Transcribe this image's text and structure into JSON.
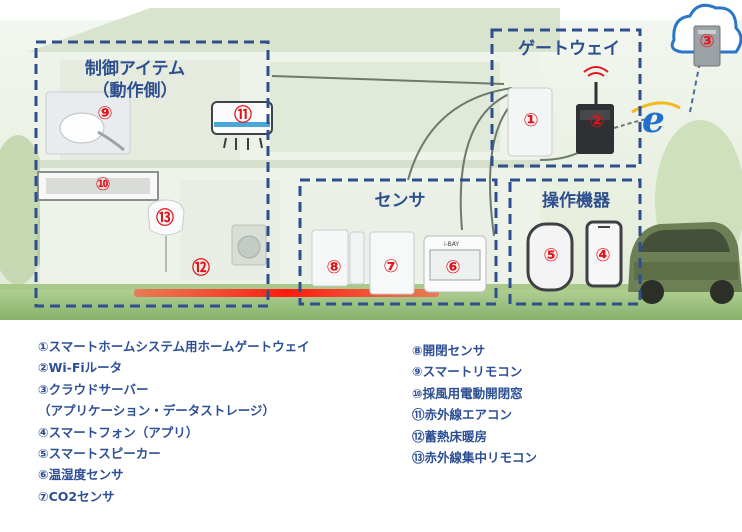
{
  "diagram": {
    "groups": {
      "control": "制御アイテム\n（動作側）",
      "gateway": "ゲートウェイ",
      "sensor": "センサ",
      "operation": "操作機器"
    },
    "labels": {
      "n1": "①",
      "n2": "②",
      "n3": "③",
      "n4": "④",
      "n5": "⑤",
      "n6": "⑥",
      "n7": "⑦",
      "n8": "⑧",
      "n9": "⑨",
      "n10": "⑩",
      "n11": "⑪",
      "n12": "⑫",
      "n13": "⑬"
    },
    "sensor_brand": "i-BAY"
  },
  "legend": {
    "left": [
      "①スマートホームシステム用ホームゲートウェイ",
      "②Wi-Fiルータ",
      "③クラウドサーバー",
      "（アプリケーション・データストレージ）",
      "④スマートフォン（アプリ）",
      "⑤スマートスピーカー",
      "⑥温湿度センサ",
      "⑦CO2センサ"
    ],
    "right": [
      "⑧開閉センサ",
      "⑨スマートリモコン",
      "⑩採風用電動開閉窓",
      "⑪赤外線エアコン",
      "⑫蓄熱床暖房",
      "⑬赤外線集中リモコン"
    ]
  },
  "colors": {
    "frame": "#2e4f8f",
    "number": "#e0161c",
    "legend_text": "#2d4f94",
    "ie_logo": "#1e6fd0",
    "floor_heat": "#ff2a1a"
  }
}
